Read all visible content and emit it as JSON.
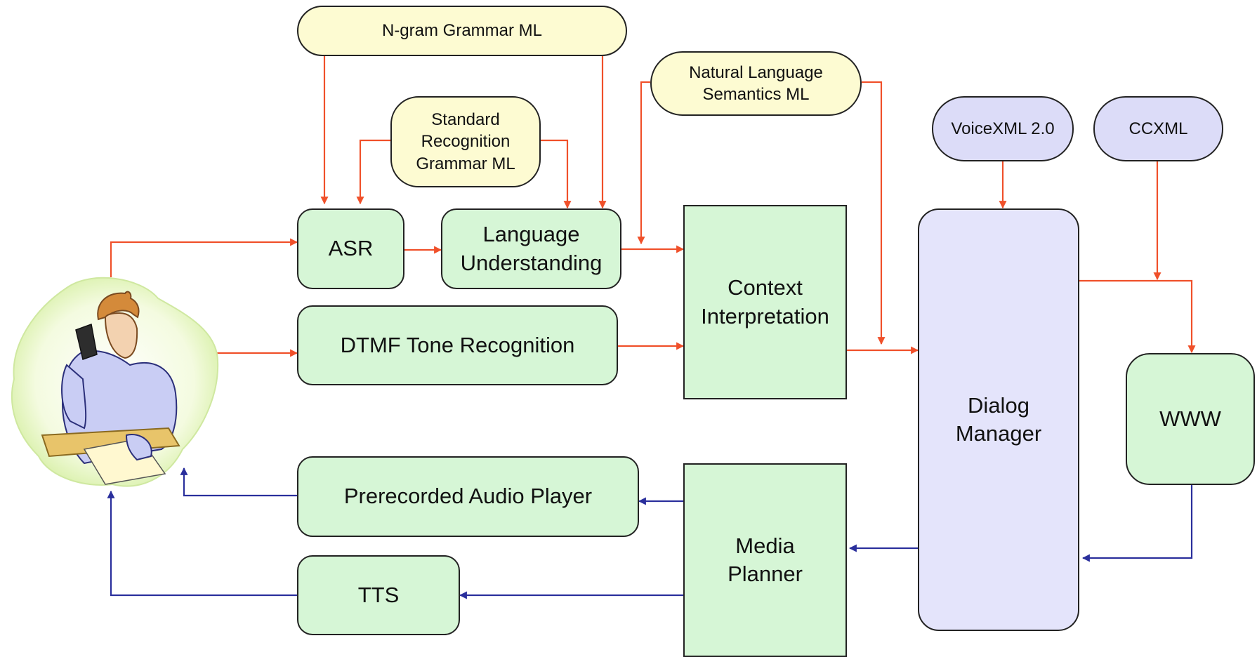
{
  "colors": {
    "input_flow": "#f0502a",
    "output_flow": "#2a2f9c"
  },
  "nodes": {
    "ngram": "N-gram Grammar ML",
    "srgml": "Standard\nRecognition\nGrammar ML",
    "nlsml": "Natural Language\nSemantics ML",
    "voicexml": "VoiceXML 2.0",
    "ccxml": "CCXML",
    "asr": "ASR",
    "lu": "Language\nUnderstanding",
    "dtmf": "DTMF Tone Recognition",
    "context": "Context\nInterpretation",
    "dialog": "Dialog\nManager",
    "www": "WWW",
    "audio_player": "Prerecorded Audio Player",
    "tts": "TTS",
    "media_planner": "Media\nPlanner"
  },
  "user_figure": {
    "icon": "person-on-phone-icon"
  }
}
